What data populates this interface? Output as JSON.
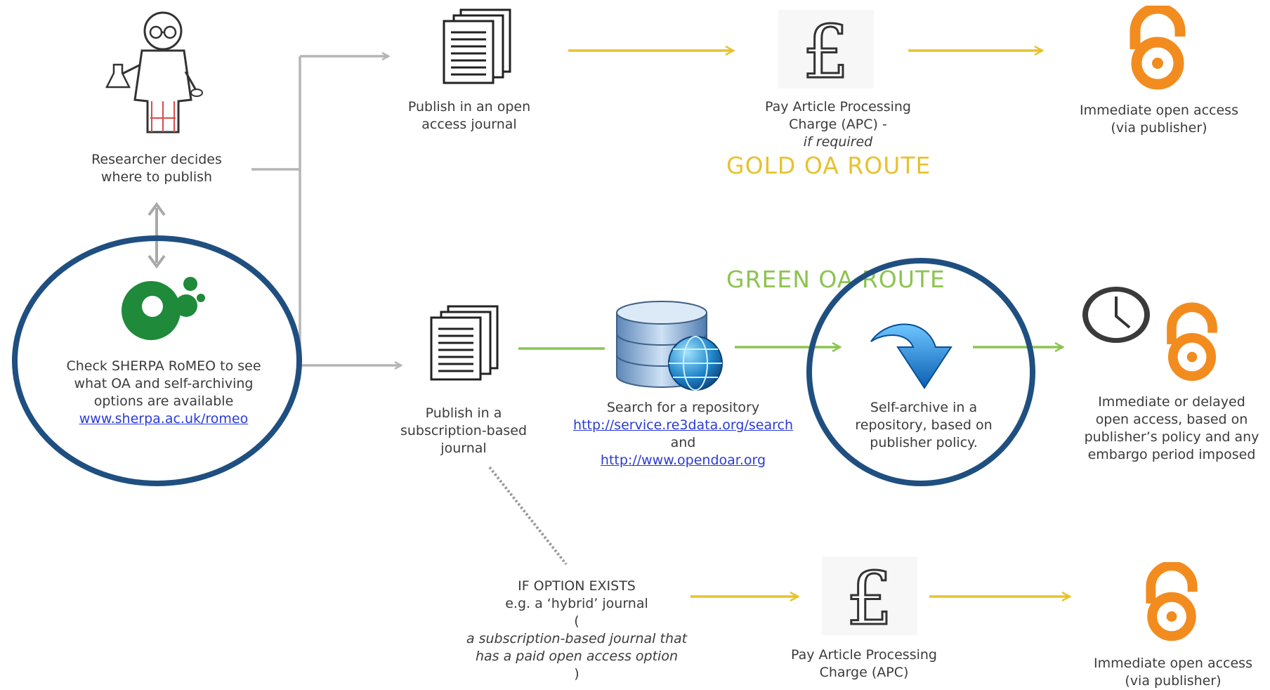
{
  "colors": {
    "gold": "#e8c22e",
    "green": "#8cc44f",
    "grey_arrow": "#b5b5b5",
    "ring": "#1f4f80",
    "oa_orange": "#f28c1e",
    "link": "#2a3bd6",
    "sherpa_green": "#1e8a3a"
  },
  "researcher": {
    "icon": "researcher-icon",
    "line1": "Researcher decides",
    "line2": "where to publish"
  },
  "sherpa": {
    "icon": "sherpa-romeo-logo",
    "line1": "Check SHERPA RoMEO to see",
    "line2": "what OA and self-archiving",
    "line3": "options are available",
    "link": "www.sherpa.ac.uk/romeo"
  },
  "gold": {
    "route_label": "GOLD OA ROUTE",
    "journal": {
      "icon": "document-stack-icon",
      "line1": "Publish in an open",
      "line2": "access journal"
    },
    "apc": {
      "icon": "pound-sign-icon",
      "line1": "Pay Article Processing",
      "line2_plain": "Charge (APC) - ",
      "line2_em": "if required"
    },
    "access": {
      "icon": "open-access-icon",
      "line1": "Immediate open access",
      "line2": "(via publisher)"
    }
  },
  "green": {
    "route_label": "GREEN OA ROUTE",
    "journal": {
      "icon": "document-stack-icon",
      "line1": "Publish in a",
      "line2": "subscription-based",
      "line3": "journal"
    },
    "repository": {
      "icon": "database-globe-icon",
      "line1": "Search for a repository",
      "link1": "http://service.re3data.org/search",
      "and": "and ",
      "link2": "http://www.opendoar.org"
    },
    "archive": {
      "icon": "blue-down-arrow-icon",
      "line1": "Self-archive in a",
      "line2": "repository, based on",
      "line3": "publisher policy."
    },
    "access": {
      "icons": [
        "clock-icon",
        "open-access-icon"
      ],
      "line1": "Immediate or delayed",
      "line2": "open access, based on",
      "line3": "publisher’s policy and any",
      "line4": "embargo period imposed"
    }
  },
  "hybrid": {
    "line1": "IF OPTION EXISTS",
    "line2": "e.g.  a ‘hybrid’ journal",
    "line3_open": "(",
    "line3_em": "a subscription-based journal that",
    "line4_em": "has a paid open access option",
    "line4_close": ")",
    "apc": {
      "icon": "pound-sign-icon",
      "line1": "Pay Article Processing",
      "line2": "Charge (APC)"
    },
    "access": {
      "icon": "open-access-icon",
      "line1": "Immediate open access",
      "line2": "(via publisher)"
    }
  }
}
